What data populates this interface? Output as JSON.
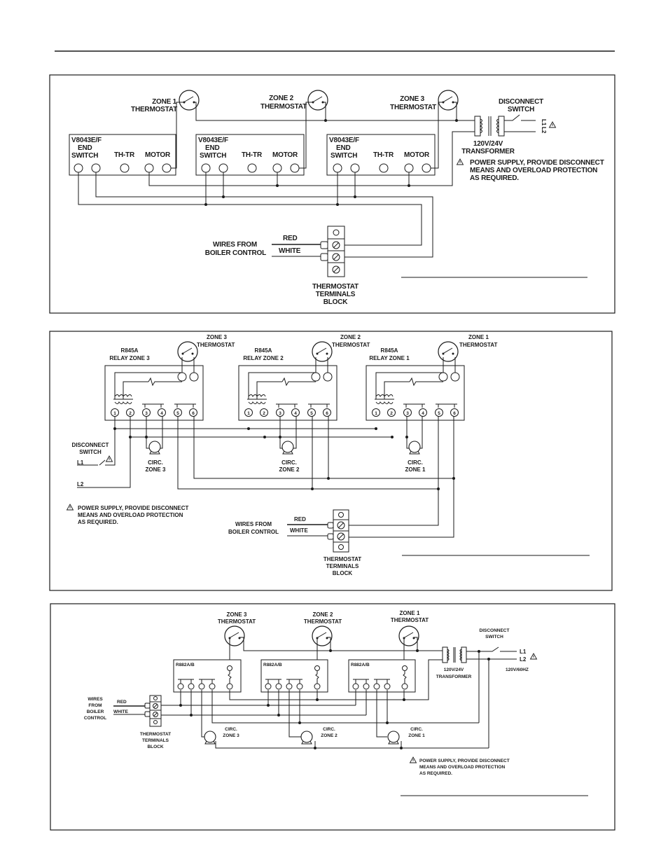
{
  "diagram1": {
    "zone1_thermostat": [
      "ZONE 1",
      "THERMOSTAT"
    ],
    "zone2_thermostat": [
      "ZONE 2",
      "THERMOSTAT"
    ],
    "zone3_thermostat": [
      "ZONE 3",
      "THERMOSTAT"
    ],
    "disconnect_switch": [
      "DISCONNECT",
      "SWITCH"
    ],
    "valve_model": "V8043E/F",
    "end_switch": [
      "END",
      "SWITCH"
    ],
    "th_tr": "TH-TR",
    "motor": "MOTOR",
    "transformer": [
      "120V/24V",
      "TRANSFORMER"
    ],
    "l1": "L1",
    "l2": "L2",
    "power_note": [
      "POWER SUPPLY, PROVIDE DISCONNECT",
      "MEANS AND OVERLOAD PROTECTION",
      "AS REQUIRED."
    ],
    "wires_from": [
      "WIRES FROM",
      "BOILER CONTROL"
    ],
    "red": "RED",
    "white": "WHITE",
    "terminals_block": [
      "THERMOSTAT",
      "TERMINALS",
      "BLOCK"
    ]
  },
  "diagram2": {
    "zone3_thermostat": [
      "ZONE 3",
      "THERMOSTAT"
    ],
    "zone2_thermostat": [
      "ZONE 2",
      "THERMOSTAT"
    ],
    "zone1_thermostat": [
      "ZONE 1",
      "THERMOSTAT"
    ],
    "relay3": [
      "R845A",
      "RELAY ZONE 3"
    ],
    "relay2": [
      "R845A",
      "RELAY ZONE 2"
    ],
    "relay1": [
      "R845A",
      "RELAY ZONE 1"
    ],
    "terminal_numbers": [
      "1",
      "2",
      "3",
      "4",
      "5",
      "6"
    ],
    "disconnect_switch": [
      "DISCONNECT",
      "SWITCH"
    ],
    "l1": "L1",
    "l2": "L2",
    "circ3": [
      "CIRC.",
      "ZONE 3"
    ],
    "circ2": [
      "CIRC.",
      "ZONE 2"
    ],
    "circ1": [
      "CIRC.",
      "ZONE 1"
    ],
    "power_note": [
      "POWER SUPPLY, PROVIDE DISCONNECT",
      "MEANS AND OVERLOAD PROTECTION",
      "AS REQUIRED."
    ],
    "wires_from": [
      "WIRES FROM",
      "BOILER CONTROL"
    ],
    "red": "RED",
    "white": "WHITE",
    "terminals_block": [
      "THERMOSTAT",
      "TERMINALS",
      "BLOCK"
    ]
  },
  "diagram3": {
    "zone3_thermostat": [
      "ZONE 3",
      "THERMOSTAT"
    ],
    "zone2_thermostat": [
      "ZONE 2",
      "THERMOSTAT"
    ],
    "zone1_thermostat": [
      "ZONE 1",
      "THERMOSTAT"
    ],
    "relay_model": "R882A/B",
    "disconnect_switch": [
      "DISCONNECT",
      "SWITCH"
    ],
    "l1": "L1",
    "l2": "L2",
    "transformer": [
      "120V/24V",
      "TRANSFORMER"
    ],
    "supply": "120V/60HZ",
    "wires_from": [
      "WIRES",
      "FROM",
      "BOILER",
      "CONTROL"
    ],
    "red": "RED",
    "white": "WHITE",
    "terminals_block": [
      "THERMOSTAT",
      "TERMINALS",
      "BLOCK"
    ],
    "circ3": [
      "CIRC.",
      "ZONE 3"
    ],
    "circ2": [
      "CIRC.",
      "ZONE 2"
    ],
    "circ1": [
      "CIRC.",
      "ZONE 1"
    ],
    "power_note": [
      "POWER SUPPLY, PROVIDE DISCONNECT",
      "MEANS AND OVERLOAD PROTECTION",
      "AS REQUIRED."
    ]
  }
}
